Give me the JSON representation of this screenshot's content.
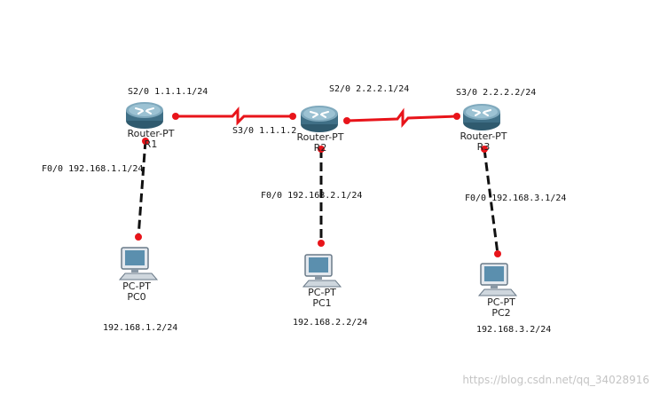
{
  "routers": [
    {
      "type": "Router-PT",
      "name": "R1"
    },
    {
      "type": "Router-PT",
      "name": "R2"
    },
    {
      "type": "Router-PT",
      "name": "R3"
    }
  ],
  "pcs": [
    {
      "type": "PC-PT",
      "name": "PC0",
      "ip": "192.168.1.2/24"
    },
    {
      "type": "PC-PT",
      "name": "PC1",
      "ip": "192.168.2.2/24"
    },
    {
      "type": "PC-PT",
      "name": "PC2",
      "ip": "192.168.3.2/24"
    }
  ],
  "interfaces": {
    "r1_s2_0": "S2/0 1.1.1.1/24",
    "r2_s3_0": "S3/0 1.1.1.2",
    "r2_s2_0": "S2/0 2.2.2.1/24",
    "r3_s3_0": "S3/0 2.2.2.2/24",
    "r1_f0_0": "F0/0 192.168.1.1/24",
    "r2_f0_0": "F0/0 192.168.2.1/24",
    "r3_f0_0": "F0/0 192.168.3.1/24"
  },
  "colors": {
    "serial_link": "#e8141a",
    "ethernet_link": "#111111",
    "port_dot": "#e8141a",
    "router_body": "#3f6f86"
  },
  "watermark": "https://blog.csdn.net/qq_34028916"
}
